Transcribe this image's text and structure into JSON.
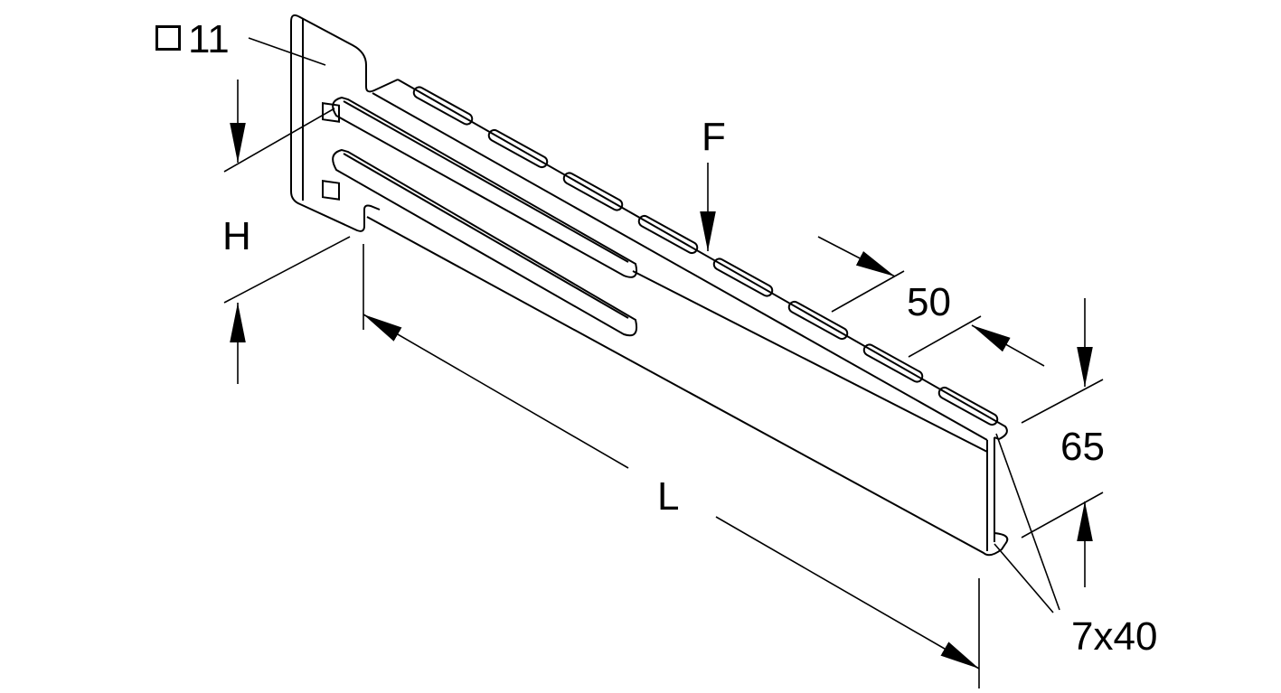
{
  "labels": {
    "hole_size": "11",
    "height": "H",
    "force": "F",
    "slot_pitch": "50",
    "flange_height": "65",
    "length": "L",
    "slot_size": "7x40"
  },
  "icons": {
    "square_hole": "square-symbol"
  }
}
